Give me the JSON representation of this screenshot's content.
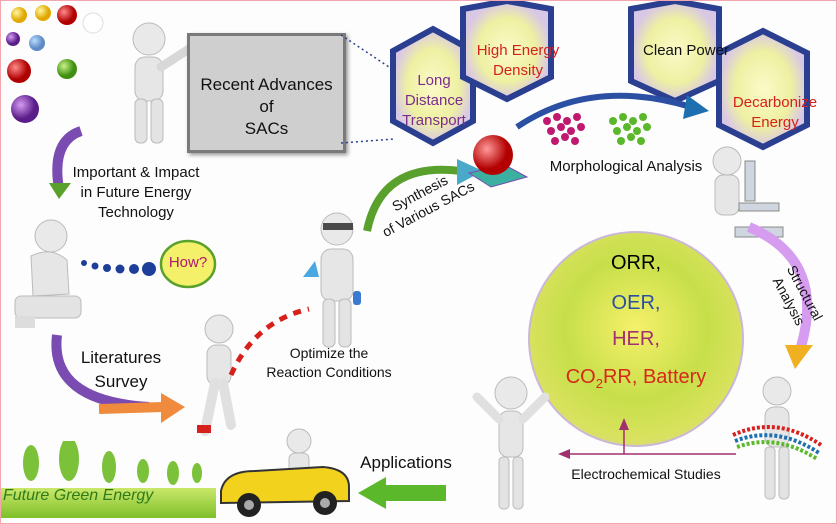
{
  "board": {
    "title": "Recent Advances\nof\nSACs"
  },
  "hexagons": {
    "long_distance": "Long\nDistance\nTransport",
    "high_energy": "High Energy\nDensity",
    "clean_power": "Clean Power",
    "decarbonize": "Decarbonize\nEnergy"
  },
  "labels": {
    "important": "Important & Impact\nin Future Energy\nTechnology",
    "how": "How?",
    "literature": "Literatures\nSurvey",
    "optimize": "Optimize the\nReaction Conditions",
    "synthesis": "Synthesis\nof Various SACs",
    "morphology": "Morphological Analysis",
    "structural": "Structural\nAnalysis",
    "electrochemical": "Electrochemical Studies",
    "applications": "Applications",
    "future_green": "Future Green Energy"
  },
  "circle": {
    "orr": "ORR,",
    "oer": "OER,",
    "her": "HER,",
    "co2rr_prefix": "CO",
    "co2rr_sub": "2",
    "co2rr_suffix": "RR, Battery"
  },
  "colors": {
    "orr": "#111111",
    "oer": "#2a4fa3",
    "her": "#a0306f",
    "co2rr": "#d8281c",
    "hex_border": "#2a3f8f",
    "hex_red_text": "#d6201c",
    "hex_purple_text": "#7b2c8f"
  }
}
